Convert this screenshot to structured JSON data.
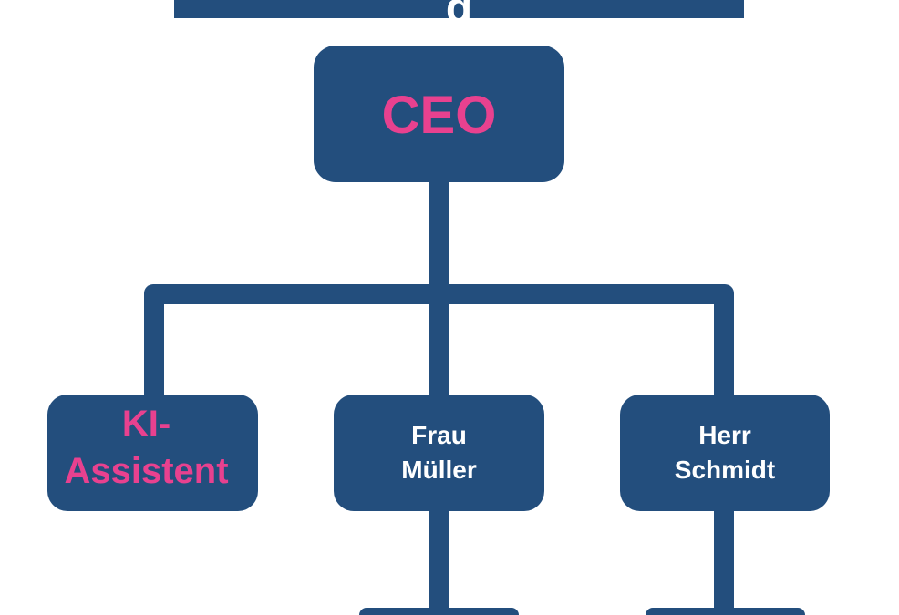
{
  "colors": {
    "navy": "#234e7d",
    "pink": "#e8418f",
    "background": "#ffffff"
  },
  "title": {
    "text": "g"
  },
  "org_chart": {
    "root": {
      "label": "CEO"
    },
    "children": [
      {
        "line1": "KI-",
        "line2": "Assistent"
      },
      {
        "line1": "Frau",
        "line2": "Müller"
      },
      {
        "line1": "Herr",
        "line2": "Schmidt"
      }
    ]
  }
}
